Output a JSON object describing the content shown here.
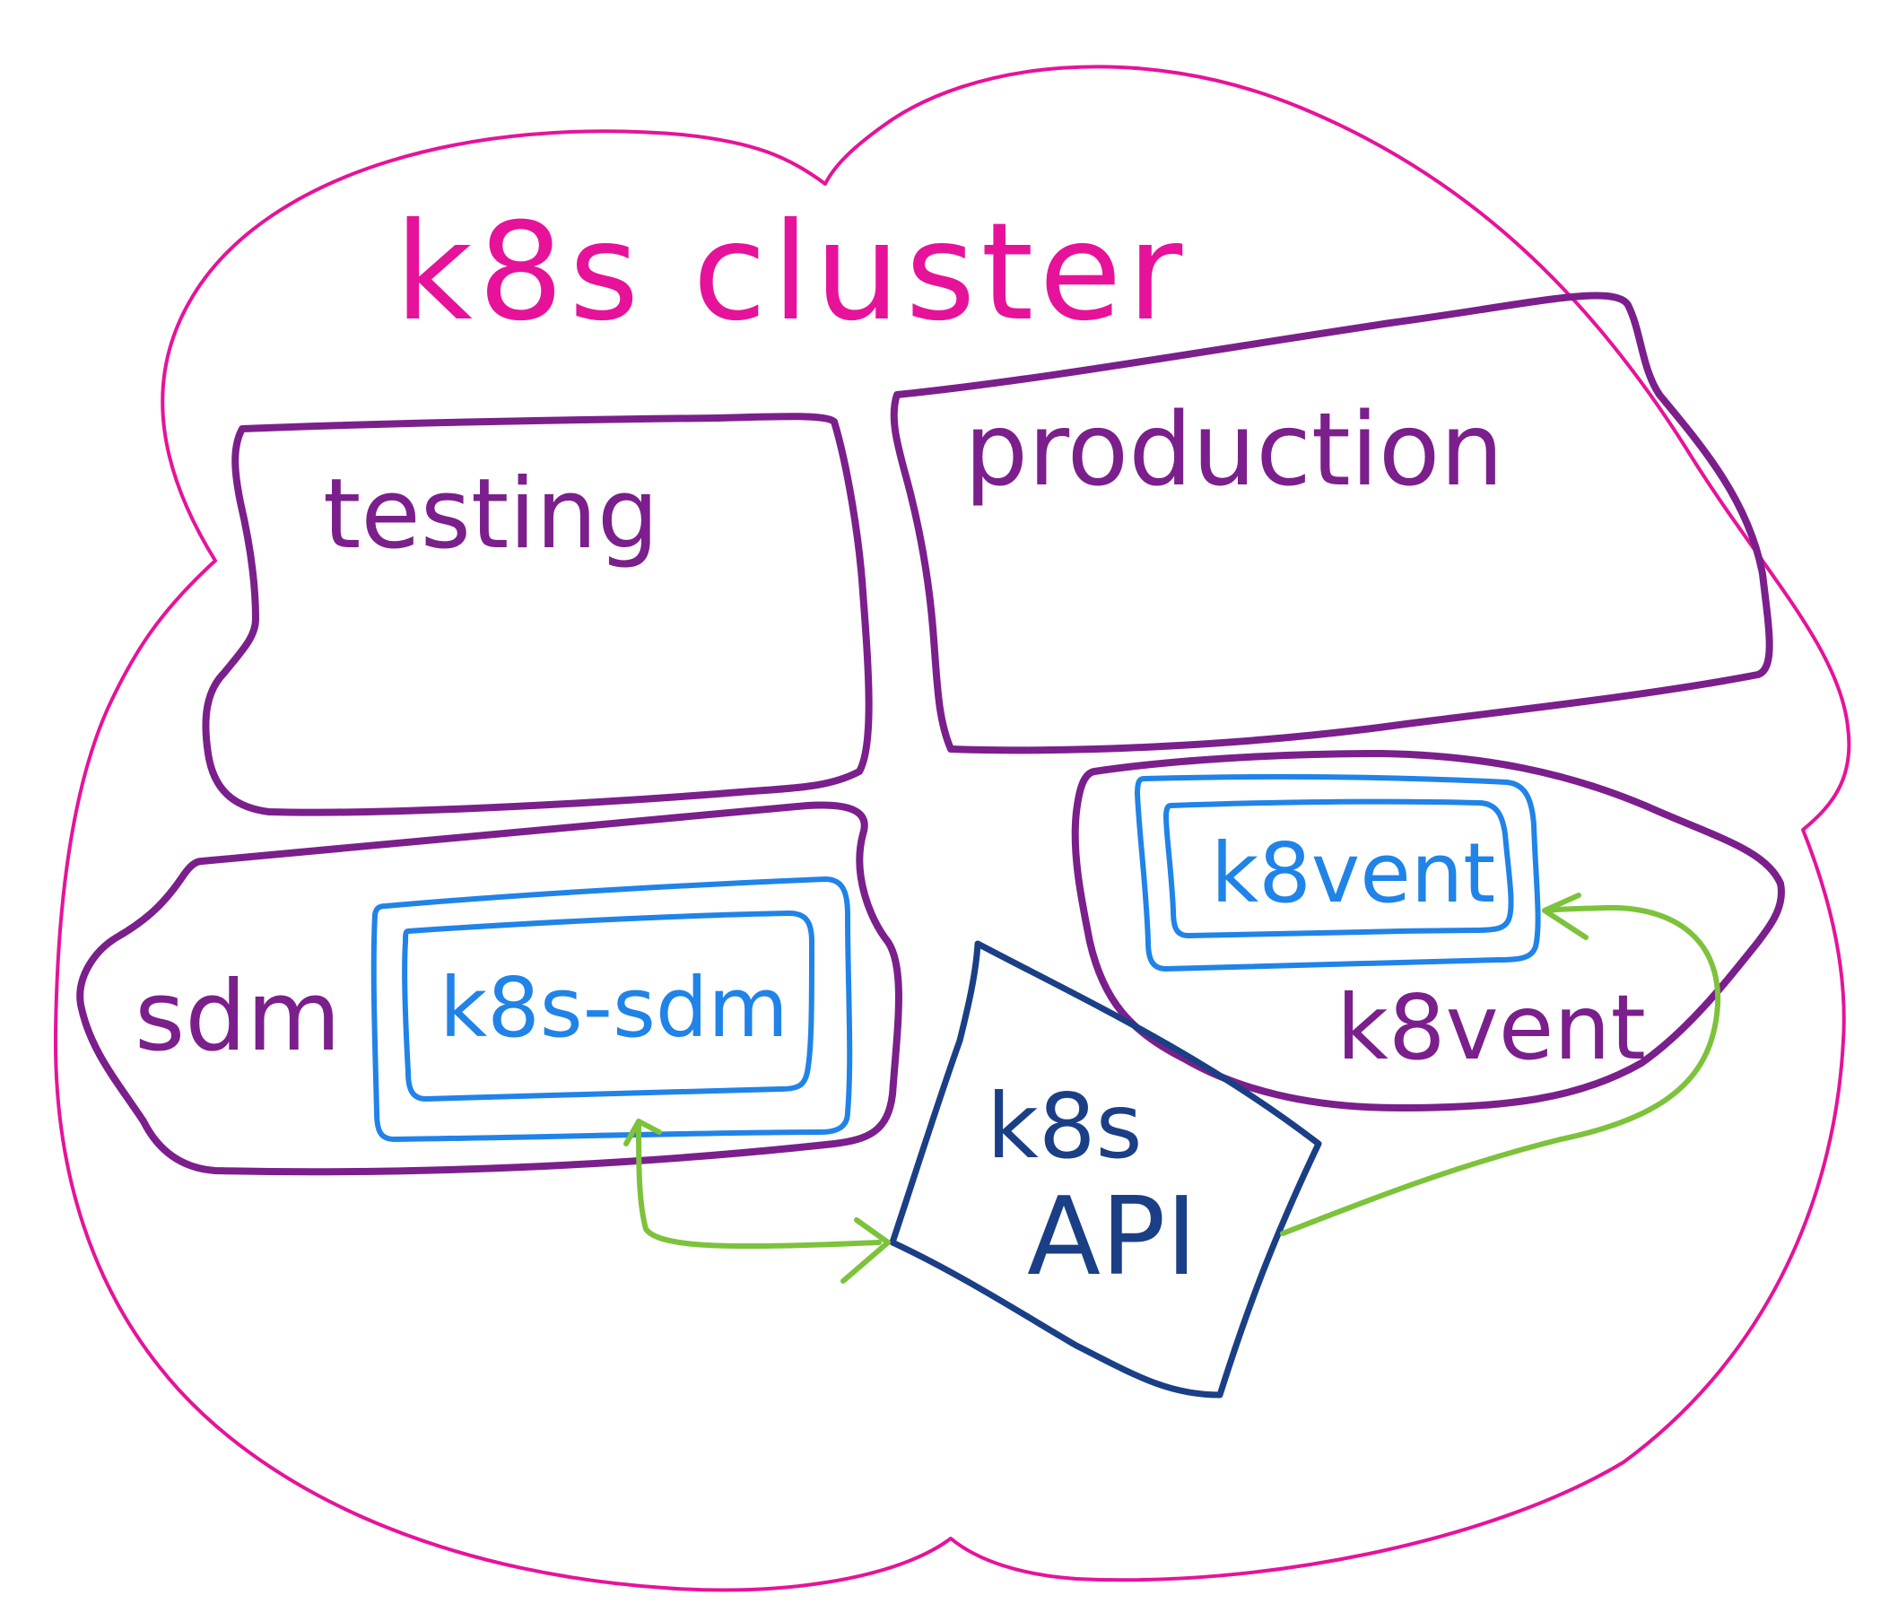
{
  "colors": {
    "cluster": "#e6139a",
    "namespace": "#7b1f8c",
    "deployment": "#2083e8",
    "api": "#1b3f86",
    "connection": "#7dc23b",
    "background": "#ffffff"
  },
  "cluster": {
    "label": "k8s cluster"
  },
  "namespaces": {
    "testing": {
      "label": "testing"
    },
    "production": {
      "label": "production"
    },
    "sdm": {
      "label": "sdm"
    },
    "k8vent": {
      "label": "k8vent"
    }
  },
  "deployments": {
    "k8s_sdm": {
      "label": "k8s-sdm"
    },
    "k8vent": {
      "label": "k8vent"
    }
  },
  "api": {
    "label_line1": "k8s",
    "label_line2": "API"
  },
  "connections": [
    {
      "from": "k8s-sdm",
      "to": "k8s API"
    },
    {
      "from": "k8s API",
      "to": "k8vent"
    }
  ]
}
